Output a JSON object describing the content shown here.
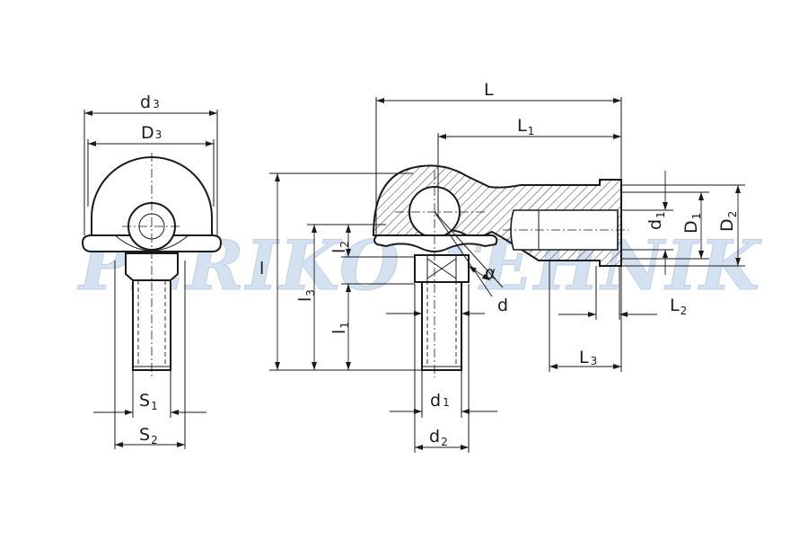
{
  "watermark": "PERIKO TEHNIK",
  "labels": {
    "d3": {
      "main": "d",
      "sub": "3"
    },
    "D3": {
      "main": "D",
      "sub": "3"
    },
    "S1": {
      "main": "S",
      "sub": "1"
    },
    "S2": {
      "main": "S",
      "sub": "2"
    },
    "L": {
      "main": "L",
      "sub": ""
    },
    "L1": {
      "main": "L",
      "sub": "1"
    },
    "l": {
      "main": "l",
      "sub": ""
    },
    "l2": {
      "main": "l",
      "sub": "2"
    },
    "l3": {
      "main": "l",
      "sub": "3"
    },
    "l1": {
      "main": "l",
      "sub": "1"
    },
    "alpha": {
      "main": "α",
      "sub": ""
    },
    "d": {
      "main": "d",
      "sub": ""
    },
    "d1_right": {
      "main": "d",
      "sub": "1"
    },
    "D1": {
      "main": "D",
      "sub": "1"
    },
    "D2": {
      "main": "D",
      "sub": "2"
    },
    "L2": {
      "main": "L",
      "sub": "2"
    },
    "L3": {
      "main": "L",
      "sub": "3"
    },
    "d1_bottom": {
      "main": "d",
      "sub": "1"
    },
    "d2": {
      "main": "d",
      "sub": "2"
    }
  },
  "colors": {
    "line": "#1a1a1a",
    "watermark": "#c6d7ec"
  }
}
